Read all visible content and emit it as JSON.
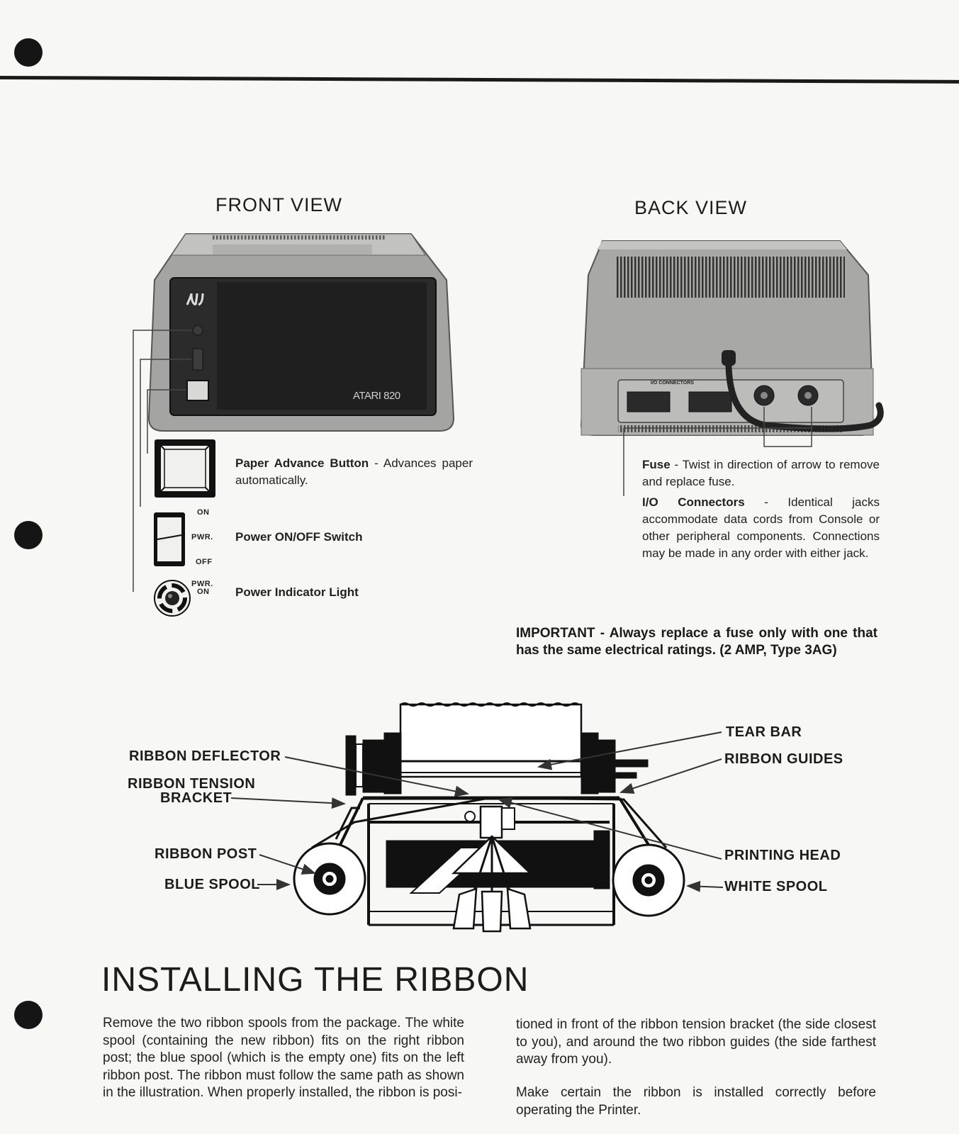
{
  "front_view": {
    "title": "FRONT VIEW",
    "brand_label": "ATARI 820",
    "paper_advance": {
      "name": "Paper Advance Button",
      "sep": " - ",
      "desc": "Advances paper automatically."
    },
    "power_switch": {
      "name": "Power ON/OFF Switch",
      "on": "ON",
      "pwr": "PWR.",
      "off": "OFF"
    },
    "indicator": {
      "name": "Power Indicator Light",
      "pwr": "PWR.",
      "on": "ON"
    }
  },
  "back_view": {
    "title": "BACK VIEW",
    "io_label": "I/O CONNECTORS",
    "fuse": {
      "name": "Fuse",
      "sep": " - ",
      "desc": "Twist in direction of arrow to remove and replace fuse."
    },
    "io": {
      "name": "I/O Connectors",
      "sep": " - ",
      "desc": "Identical jacks accommodate data cords from Console or other peripheral components. Connections may be made in any order with either jack."
    }
  },
  "important": "IMPORTANT - Always replace a fuse only with one that has the same electrical ratings. (2 AMP, Type 3AG)",
  "diagram_labels": {
    "ribbon_deflector": "RIBBON DEFLECTOR",
    "ribbon_tension_1": "RIBBON TENSION",
    "ribbon_tension_2": "BRACKET",
    "ribbon_post": "RIBBON POST",
    "blue_spool": "BLUE SPOOL",
    "tear_bar": "TEAR BAR",
    "ribbon_guides": "RIBBON GUIDES",
    "printing_head": "PRINTING HEAD",
    "white_spool": "WHITE SPOOL"
  },
  "section": {
    "heading": "INSTALLING THE RIBBON",
    "col1": "Remove the two ribbon spools from the package. The white spool (containing the new ribbon) fits on the right ribbon post; the blue spool (which is the empty one) fits on the left ribbon post. The ribbon must follow the same path as shown in the illustration. When properly installed, the ribbon is posi-",
    "col2_p1": "tioned in front of the ribbon tension bracket (the side closest to you), and around the two ribbon guides (the side farthest away from you).",
    "col2_p2": "Make certain the ribbon is installed correctly before operating the Printer."
  }
}
